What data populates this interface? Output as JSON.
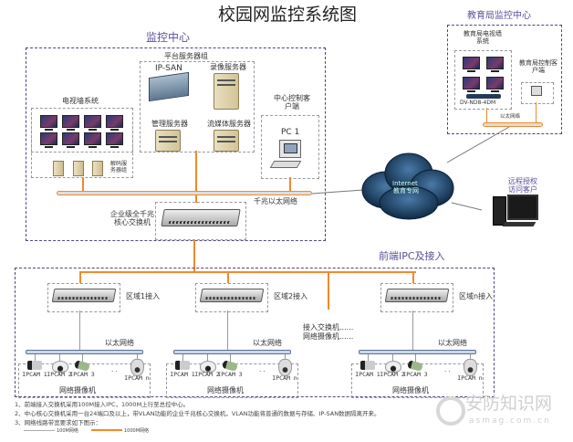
{
  "title": "校园网监控系统图",
  "monitoring_center": {
    "label": "监控中心",
    "server_group": {
      "label": "平台服务器组",
      "servers": [
        "IP-SAN",
        "录像服务器",
        "管理服务器",
        "流媒体服务器"
      ]
    },
    "tv_wall": {
      "label": "电视墙系统",
      "decoder_label": "解码服务器组"
    },
    "control_client": {
      "label": "中心控制客户端",
      "pc_label": "PC 1"
    },
    "network_label": "千兆以太网络",
    "core_switch_label": "企业级全千兆核心交换机"
  },
  "edu_center": {
    "label": "教育局监控中心",
    "tv_wall_label": "教育局电视墙系统",
    "decoder_model": "DV-ND8-4DM",
    "client_label": "教育局控制客户端",
    "network_label": "以太网络"
  },
  "cloud": {
    "line1": "Internet",
    "line2": "教育专网"
  },
  "remote_client": {
    "label": "远程授权访问客户"
  },
  "frontend": {
    "label": "前端IPC及接入",
    "more_text": [
      "接入交换机......",
      "网络摄像机......"
    ],
    "regions": [
      {
        "switch_label": "区域1接入",
        "network_label": "以太网络",
        "cameras": [
          "IPCAM 1",
          "IPCAM 2",
          "IPCAM 3",
          "IPCAM n"
        ],
        "group_label": "网络摄像机"
      },
      {
        "switch_label": "区域2接入",
        "network_label": "以太网络",
        "cameras": [
          "IPCAM 1",
          "IPCAM 2",
          "IPCAM 3",
          "IPCAM n"
        ],
        "group_label": "网络摄像机"
      },
      {
        "switch_label": "区域n接入",
        "network_label": "以太网络",
        "cameras": [
          "IPCAM 1",
          "IPCAM 2",
          "IPCAM 3",
          "IPCAM n"
        ],
        "group_label": "网络摄像机"
      }
    ]
  },
  "notes": [
    "1、前端接入交换机采用100M接入IPC，1000M上行至总控中心。",
    "2、中心核心交换机采用一台24端口及以上，带VLAN功能的企业千兆核心交换机，VLAN功能将普通的数据与存储、IP-SAN数据隔离开来。",
    "3、网络线路带宽要求如下图示："
  ],
  "legend": [
    {
      "label": "100M网络",
      "color": "#aaaaaa"
    },
    {
      "label": "1000M网络",
      "color": "#f08a2c"
    }
  ],
  "watermark": {
    "name": "安防知识网",
    "url": "asmag.com.cn"
  },
  "colors": {
    "gigabit": "#f08a2c",
    "heading": "#5a4f9a",
    "border": "#4d4780"
  }
}
